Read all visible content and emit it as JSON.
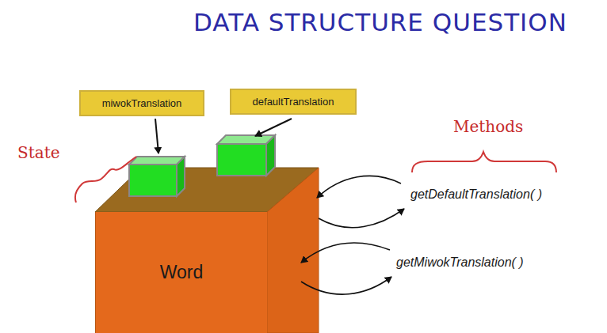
{
  "diagram": {
    "title": "DATA STRUCTURE QUESTION",
    "nodes": [
      {
        "text": [
          "miwokTranslation"
        ]
      },
      {
        "text": [
          "defaultTranslation"
        ]
      },
      {
        "text": [
          "Word"
        ]
      }
    ],
    "labels": [
      "State",
      "Methods",
      "getDefaultTranslation( )",
      "getMiwokTranslation( )"
    ]
  }
}
